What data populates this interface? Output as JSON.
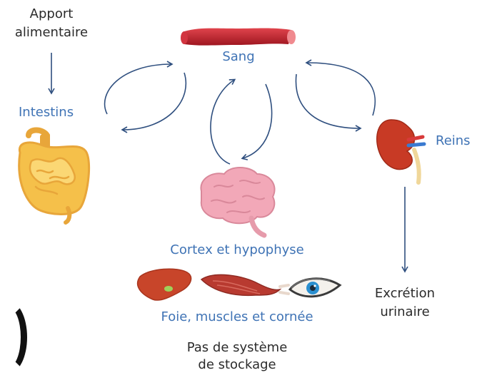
{
  "apport": {
    "line1": "Apport",
    "line2": "alimentaire"
  },
  "intestins": "Intestins",
  "sang": "Sang",
  "reins": "Reins",
  "cortex": "Cortex et hypophyse",
  "foie": "Foie, muscles et cornée",
  "excretion": {
    "line1": "Excrétion",
    "line2": "urinaire"
  },
  "stockage": {
    "line1": "Pas de système",
    "line2": "de stockage"
  },
  "colors": {
    "blue_text": "#3f73b5",
    "arrow": "#2f4f7f",
    "dark_text": "#2b2b2b",
    "vessel": "#b8202a",
    "intestine": "#f5c04a",
    "brain": "#f2a8b8",
    "liver": "#c8452a",
    "muscle": "#b83a30",
    "eye": "#2a8fd0",
    "kidney": "#c83a25"
  }
}
